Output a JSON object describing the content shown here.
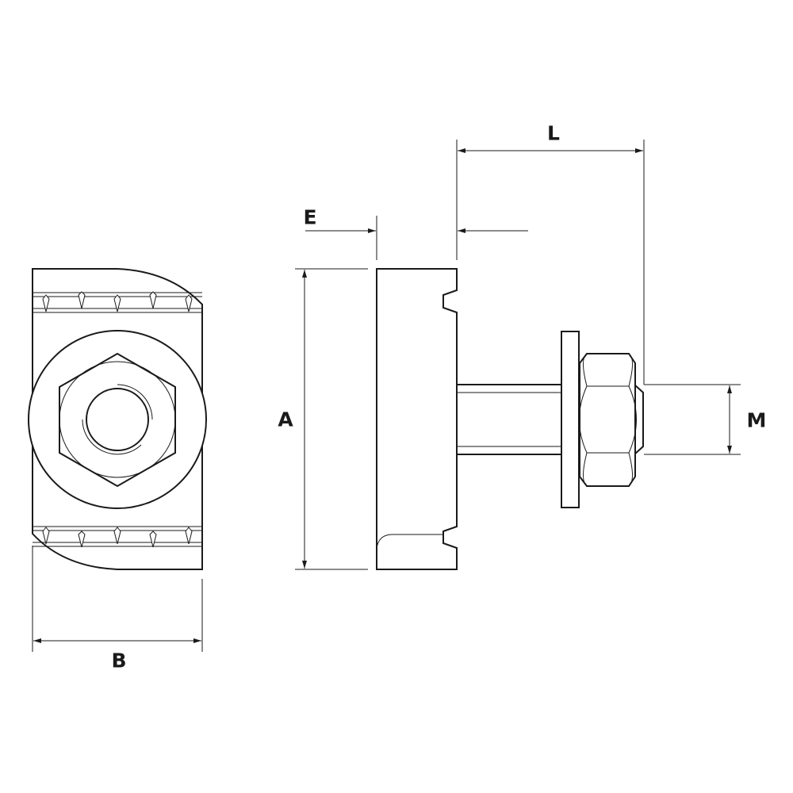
{
  "dimensions": {
    "A": "A",
    "B": "B",
    "E": "E",
    "L": "L",
    "M": "M"
  },
  "colors": {
    "line": "#1a1a1a",
    "background": "#ffffff"
  }
}
